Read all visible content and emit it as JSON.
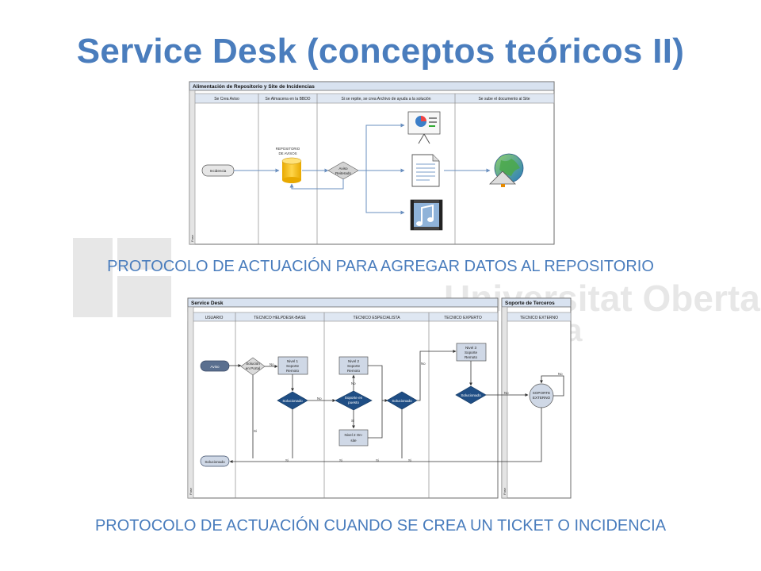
{
  "slide": {
    "title": "Service Desk (conceptos teóricos II)",
    "caption_top": "PROTOCOLO DE ACTUACIÓN PARA AGREGAR DATOS AL REPOSITORIO",
    "caption_bottom": "PROTOCOLO DE ACTUACIÓN CUANDO SE CREA UN TICKET O INCIDENCIA"
  },
  "watermark": {
    "line1": "Universitat Oberta",
    "line2": "ya"
  },
  "diagram1": {
    "header": "Alimentación de Repositorio y Site de Incidencias",
    "lanes": [
      "Se Crea Aviso",
      "Se Almacena en la BBDD",
      "Si se repite, se crea Archivo de ayuda a la solución",
      "Se sube el documento al Site"
    ],
    "side_label": "Fase",
    "nodes": {
      "incidencia": "Incidencia",
      "repo_line1": "REPOSITORIO",
      "repo_line2": "DE AVISOS",
      "aviso_line1": "Aviso",
      "aviso_line2": "Reiterado"
    },
    "icons": [
      "presentation-icon",
      "document-icon",
      "film-music-icon",
      "globe-icon"
    ]
  },
  "diagram2": {
    "header_left": "Service Desk",
    "header_right": "Soporte de Terceros",
    "lanes": [
      "USUARIO",
      "TECNICO HELPDESK-BASE",
      "TECNICO ESPECIALISTA",
      "TECNICO EXPERTO",
      "TECNICO EXTERNO"
    ],
    "side_label": "Fase",
    "nodes": {
      "aviso": "Aviso",
      "solucion_portal_1": "Solución",
      "solucion_portal_2": "en Portal",
      "nivel1_1": "Nivel 1",
      "nivel1_2": "Soporte",
      "nivel1_3": "Remoto",
      "solucionado": "Solucionado",
      "nivel2_1": "Nivel 2",
      "nivel2_2": "Soporte",
      "nivel2_3": "Remoto",
      "soporte_puesto_1": "Soporte en",
      "soporte_puesto_2": "puesto",
      "nivel2os_1": "Nivel 2 On-",
      "nivel2os_2": "site",
      "nivel3_1": "Nivel 3",
      "nivel3_2": "Soporte",
      "nivel3_3": "Remoto",
      "externo_1": "SOPORTE",
      "externo_2": "EXTERNO",
      "end": "Solucionado"
    },
    "labels": {
      "no": "No",
      "si": "Si"
    }
  }
}
